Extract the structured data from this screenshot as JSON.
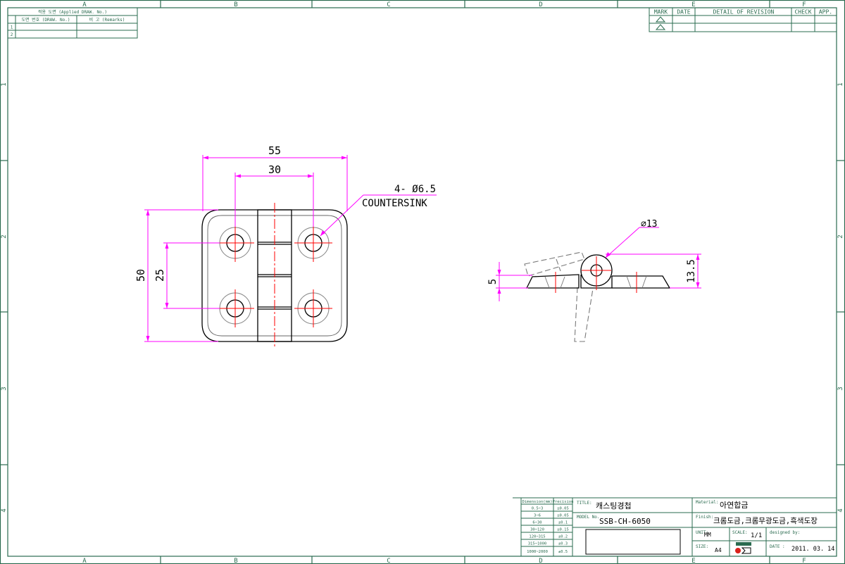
{
  "zones": {
    "cols": [
      "A",
      "B",
      "C",
      "D",
      "E",
      "F"
    ],
    "rows": [
      "1",
      "2",
      "3",
      "4"
    ]
  },
  "applied_table": {
    "title": "적용 도면 (Applied DRAW. No.)",
    "col_drawing": "도면 번호 (DRAW. No.)",
    "col_remarks": "비 고 (Remarks)",
    "row_numbers": [
      "1",
      "2"
    ]
  },
  "revision_table": {
    "mark": "MARK",
    "date": "DATE",
    "detail": "DETAIL OF REVISION",
    "check": "CHECK",
    "app": "APP."
  },
  "front_view": {
    "dim_width_overall": "55",
    "dim_hole_spacing_x": "30",
    "dim_height_overall": "50",
    "dim_hole_spacing_y": "25",
    "hole_note_line1": "4-  Ø6.5",
    "hole_note_line2": "COUNTERSINK"
  },
  "side_view": {
    "dim_pin_diameter": "⌀13",
    "dim_thickness": "5",
    "dim_height": "13.5"
  },
  "tolerance_table": {
    "header_dimension": "Dimension(mm)",
    "header_precision": "Precision",
    "rows": [
      [
        "0.5~3",
        "±0.05"
      ],
      [
        "3~6",
        "±0.05"
      ],
      [
        "6~30",
        "±0.1"
      ],
      [
        "30~120",
        "±0.15"
      ],
      [
        "120~315",
        "±0.2"
      ],
      [
        "315~1000",
        "±0.3"
      ],
      [
        "1000~2000",
        "±0.5"
      ]
    ]
  },
  "title_block": {
    "title_label": "TITLE:",
    "title_value": "캐스팅경첩",
    "model_label": "MODEL No.",
    "model_value": "SSB-CH-6050",
    "material_label": "Material:",
    "material_value": "아연합금",
    "finish_label": "Finish:",
    "finish_value": "크롬도금,크롬무광도금,흑색도장",
    "unit_label": "UNIT:",
    "unit_value": "MM",
    "scale_label": "SCALE:",
    "scale_value": "1/1",
    "designed_label": "designed by:",
    "size_label": "SIZE:",
    "size_value": "A4",
    "date_label": "DATE :",
    "date_value": "2011. 03. 14"
  },
  "colors": {
    "frame": "#2a6b4f",
    "outline": "#000000",
    "hidden": "#7a7a7a",
    "centerline": "#ff0000",
    "dimension": "#ff00ff",
    "logo": "#d9201b"
  }
}
